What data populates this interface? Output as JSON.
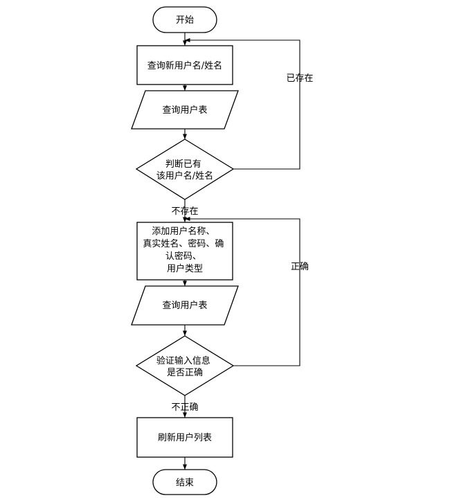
{
  "nodes": {
    "start": "开始",
    "query_name": "查询新用户名/姓名",
    "query_table_1": "查询用户表",
    "check_exists": [
      "判断已有",
      "该用户名/姓名"
    ],
    "add_user": [
      "添加用户名称、",
      "真实姓名、密码、确",
      "认密码、",
      "用户类型"
    ],
    "query_table_2": "查询用户表",
    "verify": [
      "验证输入信息",
      "是否正确"
    ],
    "refresh": "刷新用户列表",
    "end": "结束"
  },
  "edges": {
    "exists": "已存在",
    "not_exists": "不存在",
    "correct": "正确",
    "incorrect": "不正确"
  }
}
